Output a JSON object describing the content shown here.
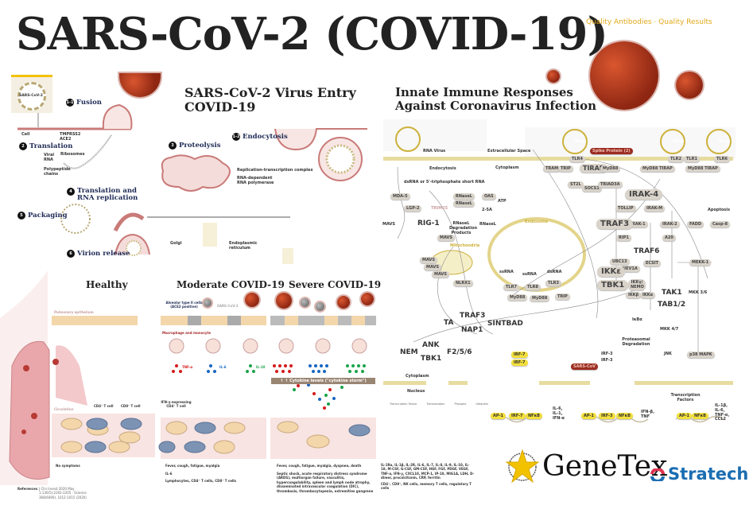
{
  "header": {
    "title": "SARS-CoV-2 (COVID-19)",
    "tagline": "Quality Antibodies · Quality Results"
  },
  "entry": {
    "title_line1": "SARS-CoV-2 Virus Entry",
    "title_line2": "COVID-19",
    "virus_label": "SARS-CoV-2",
    "steps": [
      {
        "num": "1-1",
        "label": "Fusion"
      },
      {
        "num": "2",
        "label": "Translation"
      },
      {
        "num": "3",
        "label": "Proteolysis"
      },
      {
        "num": "1-2",
        "label": "Endocytosis"
      },
      {
        "num": "4",
        "label": "Translation and",
        "label2": "RNA replication"
      },
      {
        "num": "5",
        "label": "Packaging"
      },
      {
        "num": "6",
        "label": "Virion release"
      }
    ],
    "labels": {
      "cell": "Cell",
      "tmprss2": "TMPRSS2",
      "ace2": "ACE2",
      "viral_rna": "Viral RNA",
      "ribosomes": "Ribosomes",
      "polypeptide": "Polypeptide chains",
      "rtc": "Replication-transcription complex",
      "rdrp": "RNA-dependent RNA polymerase",
      "golgi": "Golgi",
      "er": "Endoplasmic reticulum"
    }
  },
  "stages": {
    "healthy": {
      "title": "Healthy",
      "pulmonary": "Pulmonary epithelium",
      "circulation": "Circulation",
      "cd4": "CD4⁺ T cell",
      "cd8": "CD8⁺ T cell",
      "symptoms": "No symptoms"
    },
    "moderate": {
      "title": "Moderate COVID-19",
      "alveolar": "Alveolar type II cells (ACE2 positive)",
      "virus": "SARS-CoV-2",
      "macrophage": "Macrophage and monocyte",
      "cytokines": [
        "TNF-α",
        "IL-6",
        "IL-10"
      ],
      "ifn_cell": "IFN-γ-expressing CD4⁺ T cell",
      "symptoms": "Fever, cough, fatigue, myalgia",
      "marker": "IL-6",
      "cells": "Lymphocytes, CD4⁺ T cells, CD8⁺ T cells"
    },
    "severe": {
      "title": "Severe COVID-19",
      "storm": "↑ ↑ Cytokine levels (\"cytokine storm\")",
      "symptoms": "Fever, cough, fatigue, myalgia, dyspnea, death",
      "complications": "Septic shock, acute respiratory distress syndrome (ARDS), multiorgan failure, vasculitis, hypercoagulability, spleen and lymph node atrophy, disseminated intravascular coagulation (DIC), thrombosis, thrombocytopenia, extremities gangrene",
      "markers": "IL-1Ra, IL-1β, IL-2R, IL-6, IL-7, IL-8, IL-9, IL-10, IL-18, M-CSF, G-CSF, GM-CSF, HGF, FGF, PDGF, VEGF, TNF-α, IFN-γ, CXCL10, MCP-1, IP-10, MIG1A, LDH, D-dimer, procalcitonin, CRP, ferritin",
      "cells": "CD4⁺, CD8⁺, NK cells, memory T cells, regulatory T cells"
    },
    "references_label": "References",
    "references": "J Clin Invest 2020 May 1;130(5):2202-2205 · Science 368(6490), 1012-1015 (2020)"
  },
  "innate": {
    "title_line1": "Innate Immune Responses",
    "title_line2": "Against Coronavirus Infection",
    "regions": {
      "rna_virus": "RNA Virus",
      "extracellular": "Extracellular Space",
      "endocytosis": "Endocytosis",
      "cytoplasm": "Cytoplasm",
      "endosome": "Endosome",
      "mitochondria": "Mitochondria",
      "cytoplasm2": "Cytoplasm",
      "nucleus": "Nucleus",
      "virus": "Virus",
      "tf": "Transcription Factors",
      "apoptosis": "Apoptosis",
      "proteasomal": "Proteasomal Degradation",
      "rnasel_products": "RNaseL Degradation Products",
      "dsrna_short": "dsRNA or 5'-triphosphate short RNA"
    },
    "nodes": {
      "spike": "Spike Protein (2)",
      "tram": "TRAM",
      "trip": "TRIP",
      "tirap": "TIRAP",
      "myd88": "MyD88",
      "st2l": "ST2L",
      "socs1": "SOCS1",
      "triad3a": "TRIAD3A",
      "myd88_tirap": "MyD88 TIRAP",
      "tlr4": "TLR4",
      "tlr2": "TLR2",
      "tlr1": "TLR1",
      "tlr6": "TLR6",
      "irak4": "IRAK-4",
      "tollip": "TOLLIP",
      "irakm": "IRAK-M",
      "irak1": "IRAK-1",
      "irak2": "IRAK-2",
      "fadd": "FADD",
      "casp8": "Casp-8",
      "rip1": "RIP1",
      "a20": "A20",
      "traf6": "TRAF6",
      "ubc13": "UBC13",
      "uev1a": "UEV1A",
      "ecsit": "ECSIT",
      "mekk1": "MEKK-1",
      "traf3": "TRAF3",
      "ikke": "IKKε",
      "tbk1": "TBK1",
      "nemo": "IKKγ/ NEMO",
      "ikkb": "IKKβ",
      "ikka": "IKKα",
      "tak1": "TAK1",
      "tab12": "TAB1/2",
      "mkk36": "MKK 3/6",
      "mkk47": "MKK 4/7",
      "ikba": "IκBα",
      "jnk": "JNK",
      "p38": "p38 MAPK",
      "mda5": "MDA-5",
      "lgp2": "LGP-2",
      "rig1": "RIG-1",
      "trim25": "TRIM25",
      "rnasel": "RNaseL",
      "oas": "OAS",
      "atp": "ATP",
      "2_5a": "2-5A",
      "mavs": "MAVS",
      "nlrx1": "NLRX1",
      "ssrna": "ssRNA",
      "dsrna": "dsRNA",
      "tlr7": "TLR7",
      "tlr8": "TLR8",
      "tlr3": "TLR3",
      "ta": "TA",
      "sintbad": "SINTBAD",
      "nap1": "NAP1",
      "ank": "ANK",
      "nem": "NEM",
      "f256": "F2/5/6",
      "irf7": "IRF-7",
      "irf3": "IRF-3",
      "sarscov": "SARS-CoV",
      "ap1": "AP-1",
      "nfkb": "NFκB"
    },
    "legend": [
      "Transcription Factor",
      "Translocation",
      "Phospho",
      "Ubiquitin"
    ],
    "outputs": [
      "IL-6, IL-1, IFN-α",
      "IFN-β, TNF",
      "IL-1β, IL-6, TNF-α, CCL2"
    ]
  },
  "logos": {
    "genetex": "GeneTex",
    "stratech": "Stratech"
  },
  "colors": {
    "title": "#222222",
    "tagline": "#e3a91a",
    "virus": "#a8361c",
    "membrane": "#d8c77a",
    "stratech_blue": "#1b6eb2",
    "stratech_red": "#e0344f"
  }
}
